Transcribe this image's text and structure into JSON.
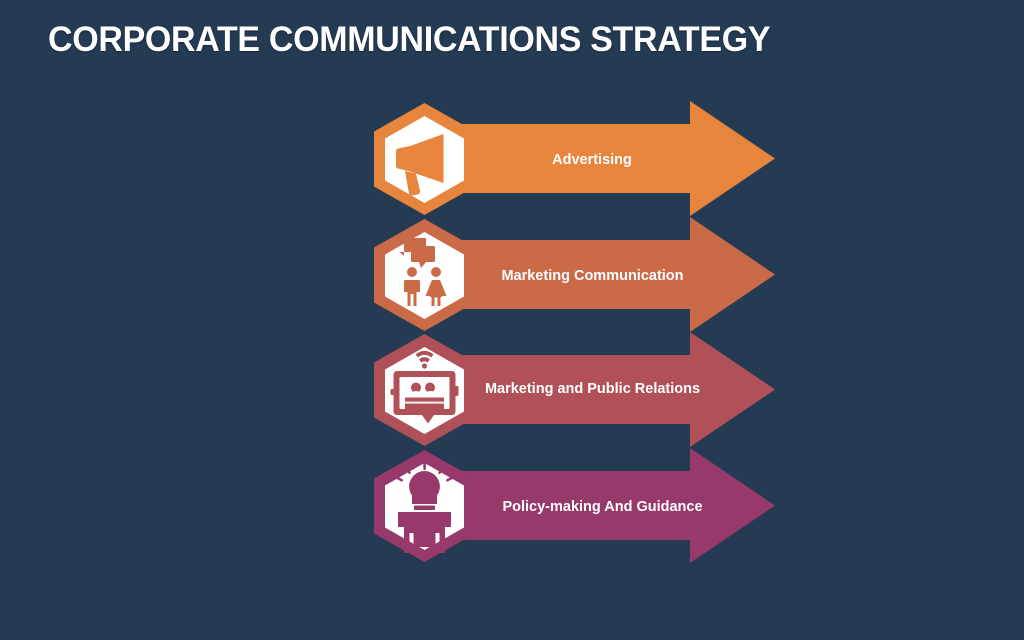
{
  "slide": {
    "title": "CORPORATE COMMUNICATIONS STRATEGY",
    "background_color": "#253B54",
    "title_color": "#FFFFFF"
  },
  "diagram": {
    "type": "arrow-list",
    "orientation": "horizontal-right",
    "rows": [
      {
        "label": "Advertising",
        "icon": "megaphone-icon",
        "color": "#E8853C",
        "hex_outer_color": "#E8853C",
        "hex_inner_color": "#FFFFFF",
        "arrow_color": "#E8853C",
        "label_color": "#FFFFFF"
      },
      {
        "label": "Marketing Communication",
        "icon": "two-people-speech-bubbles-icon",
        "color": "#CB6A47",
        "hex_outer_color": "#CB6A47",
        "hex_inner_color": "#FFFFFF",
        "arrow_color": "#CB6A47",
        "label_color": "#FFFFFF"
      },
      {
        "label": "Marketing and Public Relations",
        "label_lines": [
          "Marketing and Public",
          "Relations"
        ],
        "icon": "tablet-audience-wifi-icon",
        "color": "#B05058",
        "hex_outer_color": "#B05058",
        "hex_inner_color": "#FFFFFF",
        "arrow_color": "#B05058",
        "label_color": "#FFFFFF"
      },
      {
        "label": "Policy-making And Guidance",
        "icon": "lightbulb-person-idea-icon",
        "color": "#97396A",
        "hex_outer_color": "#97396A",
        "hex_inner_color": "#FFFFFF",
        "arrow_color": "#97396A",
        "label_color": "#FFFFFF"
      }
    ]
  }
}
